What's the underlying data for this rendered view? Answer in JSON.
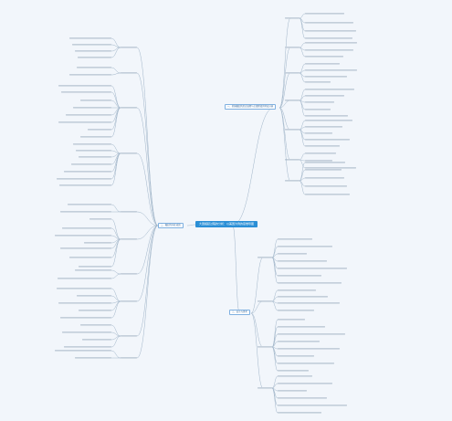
{
  "root": {
    "label": "大国崛起过程的分析：以美国为例的思维导图"
  },
  "branches": {
    "top_right": {
      "label": "一、美国崛起的历史进程与主要阶段的特征分析"
    },
    "left": {
      "label": "二、崛起的内在动因"
    },
    "bottom": {
      "label": "三、启示与思考"
    }
  },
  "colors": {
    "background": "#f2f6fb",
    "root_fill": "#2b8fd6",
    "main_border": "#7fb0e0",
    "link": "#9fb4c8",
    "leaf_text": "#6a7a8c"
  },
  "icons": []
}
